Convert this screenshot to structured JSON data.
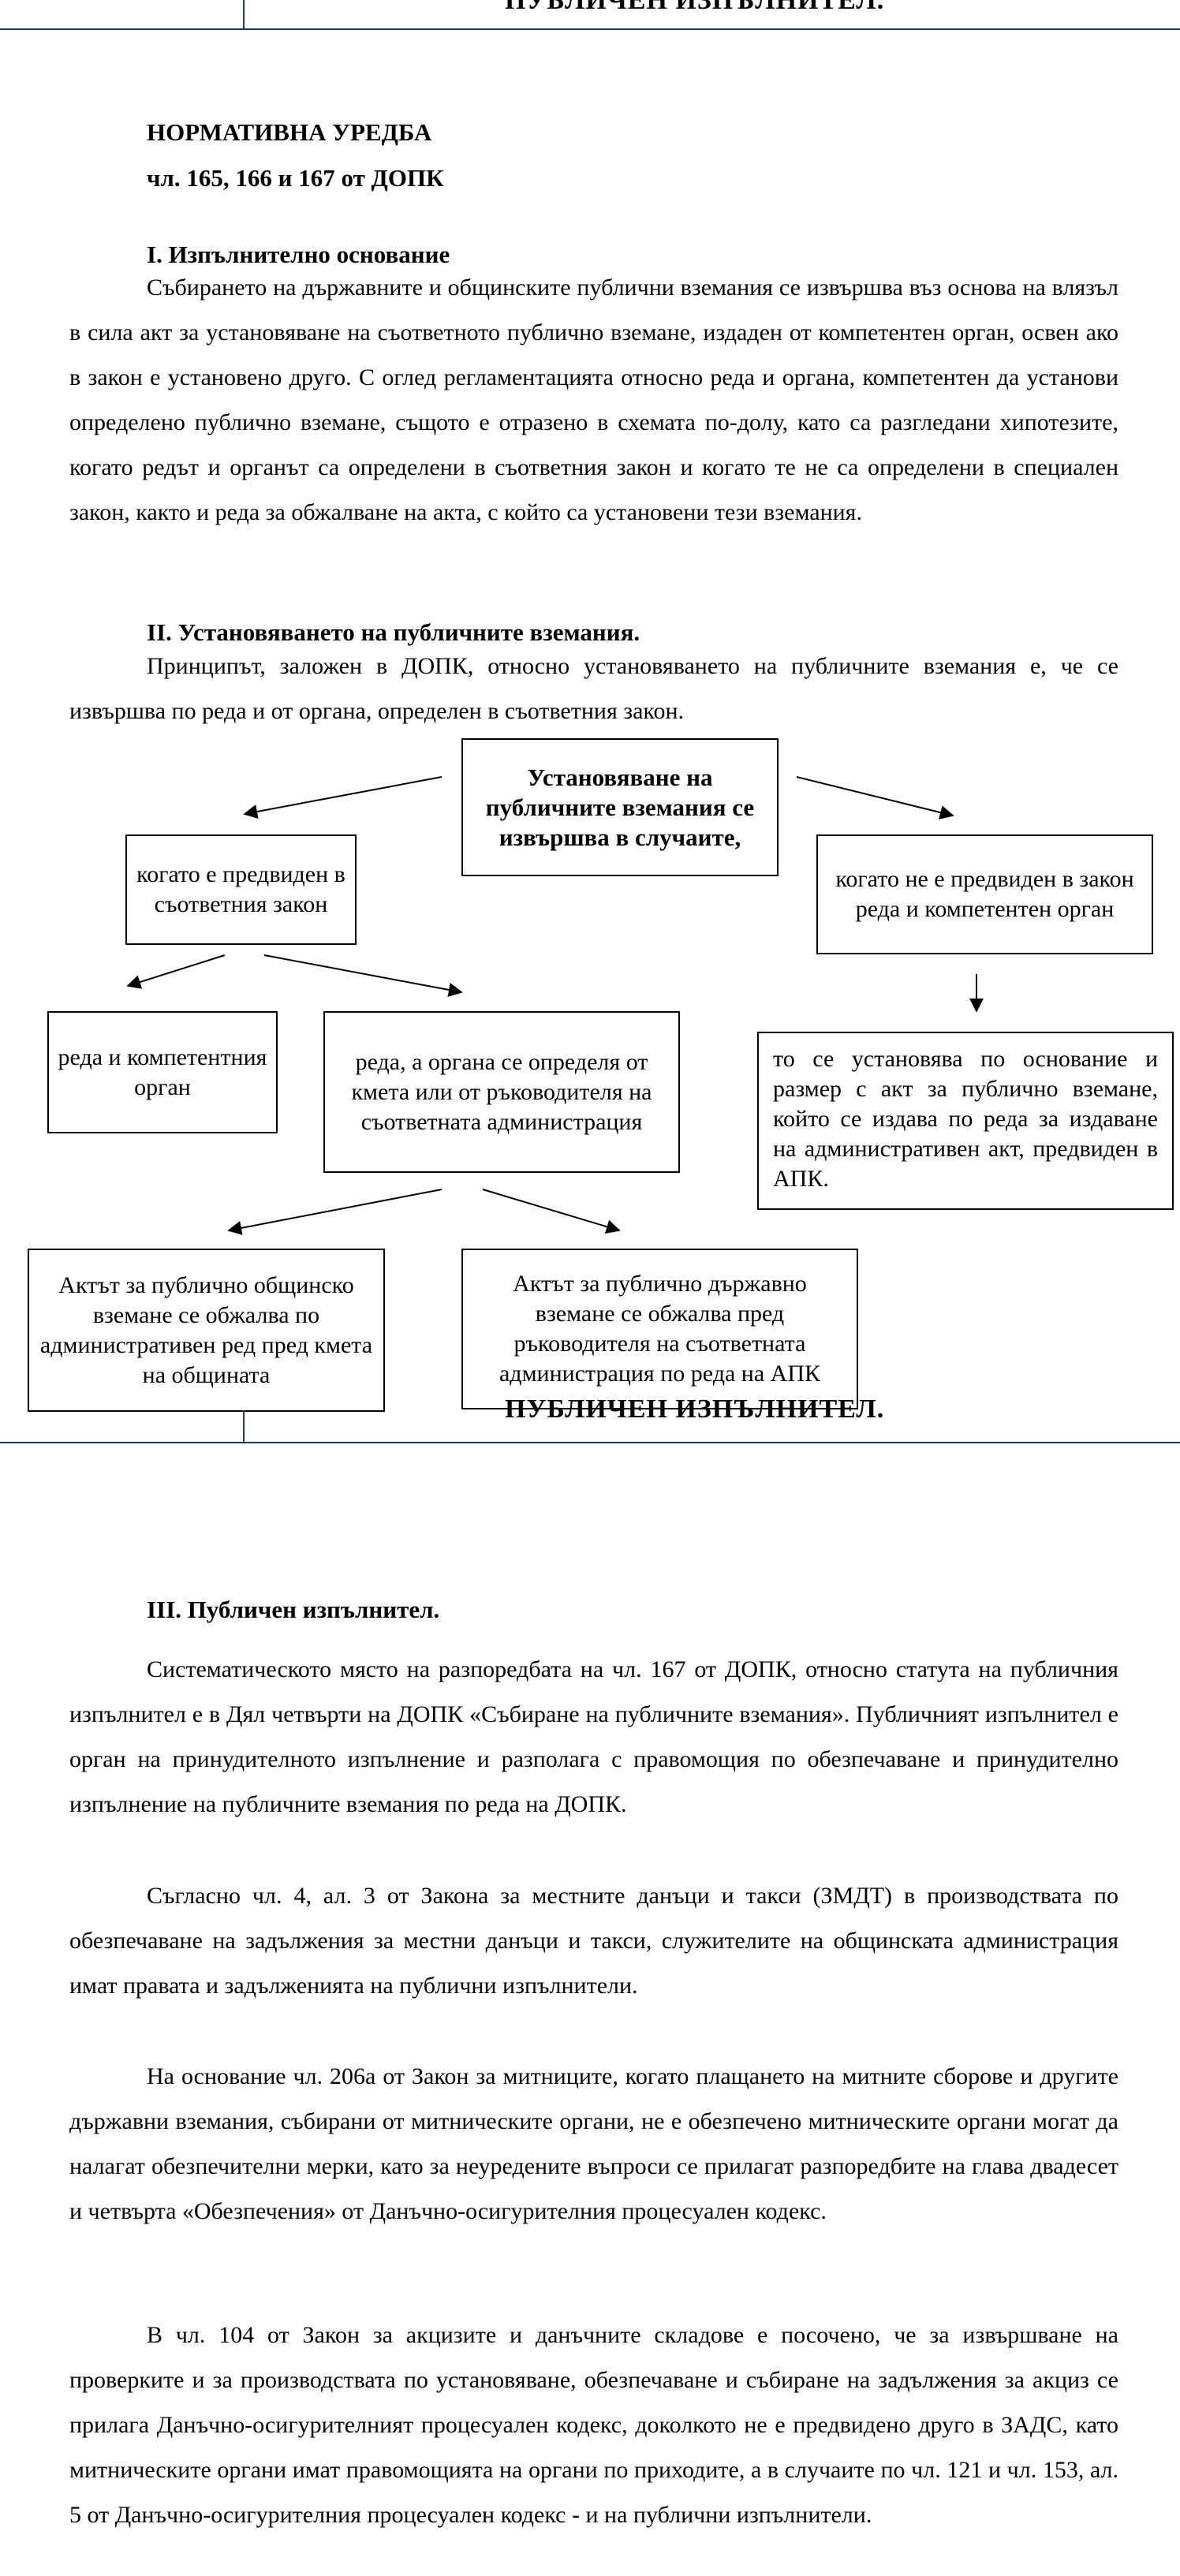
{
  "page1": {
    "running_header": "ПУБЛИЧЕН ИЗПЪЛНИТЕЛ.",
    "heading": "НОРМАТИВНА УРЕДБА",
    "subheading": "чл. 165, 166 и 167 от ДОПК",
    "section1": {
      "title": "I. Изпълнително основание",
      "text": "Събирането на държавните и общинските публични вземания се извършва въз основа на влязъл в сила акт за установяване на съответното публично вземане, издаден от компетентен орган, освен ако в закон е установено друго. С оглед регламентацията относно реда и органа, компетентен да установи определено публично вземане, същото е отразено в схемата по-долу, като са разгледани хипотезите, когато редът и органът са определени в съответния закон и когато те не са определени в специален закон, както и реда за обжалване на акта, с който са установени тези вземания."
    },
    "section2": {
      "title": "II. Установяването на публичните вземания.",
      "text": "Принципът, заложен в ДОПК, относно установяването на публичните вземания е, че се извършва по реда и от органа, определен в съответния закон."
    },
    "diagram": {
      "root": "Установяване на публичните вземания се извършва в случаите,",
      "left": "когато е предвиден в съответния закон",
      "right": "когато не е предвиден в закон реда и компетентен орган",
      "right_result": "то се установява по основание и размер с акт за публично вземане, който се издава по реда за издаване на административен акт, предвиден в АПК.",
      "left_a": "реда и компетентния орган",
      "left_b": "реда, а органа се определя от кмета или от ръководителя на съответната администрация",
      "appeal_municipal": "Актът за публично общинско вземане се обжалва по административен ред пред кмета на общината",
      "appeal_state": "Актът за публично държавно вземане се обжалва пред ръководителя на съответната администрация по реда на АПК"
    }
  },
  "page2": {
    "running_header": "ПУБЛИЧЕН ИЗПЪЛНИТЕЛ.",
    "section3": {
      "title": "III. Публичен изпълнител.",
      "p1": "Систематическото място на разпоредбата на чл. 167 от ДОПК, относно статута на публичния изпълнител е в Дял четвърти на ДОПК «Събиране на публичните вземания». Публичният изпълнител е орган на принудителното изпълнение и разполага с правомощия по обезпечаване и принудително изпълнение на публичните вземания по реда на ДОПК.",
      "p2": "Съгласно чл. 4, ал. 3 от Закона за местните данъци и такси (ЗМДТ) в производствата по обезпечаване на задължения за местни данъци и такси, служителите на общинската администрация имат правата и задълженията на публични изпълнители.",
      "p3": "На основание чл. 206а от Закон за митниците, когато плащането на митните сборове и другите държавни вземания, събирани от митническите органи, не е обезпечено митническите органи могат да налагат обезпечителни мерки, като за неуредените въпроси се прилагат разпоредбите на глава двадесет и четвърта «Обезпечения» от Данъчно-осигурителния процесуален кодекс.",
      "p4": "В чл. 104 от Закон за акцизите и данъчните складове е посочено, че за извършване на проверките и за производствата по установяване, обезпечаване и събиране на задължения за акциз се прилага Данъчно-осигурителният процесуален кодекс, доколкото не е предвидено друго в ЗАДС, като митническите органи имат правомощията на органи по приходите, а в случаите по чл. 121 и чл. 153, ал. 5 от Данъчно-осигурителния процесуален кодекс - и на публични изпълнители."
    }
  }
}
